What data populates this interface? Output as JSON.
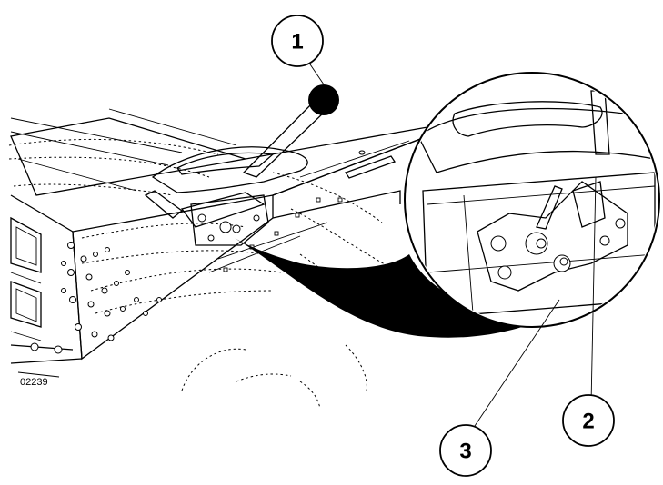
{
  "figure_id": "02239",
  "callouts": [
    {
      "label": "1"
    },
    {
      "label": "2"
    },
    {
      "label": "3"
    }
  ],
  "colors": {
    "ink": "#000000",
    "paper": "#ffffff"
  }
}
